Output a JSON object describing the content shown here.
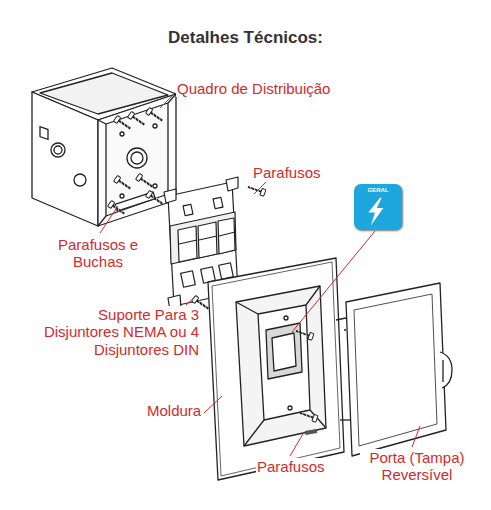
{
  "diagram": {
    "title": "Detalhes Técnicos:",
    "nodes": [
      {
        "text": [
          "GERAL"
        ]
      }
    ],
    "labels": [
      "Quadro de Distribuição",
      "Parafusos",
      "Parafusos e Buchas",
      "Suporte Para 3 Disjuntores NEMA ou 4 Disjuntores DIN",
      "Moldura",
      "Parafusos",
      "Porta (Tampa) Reversível"
    ]
  }
}
